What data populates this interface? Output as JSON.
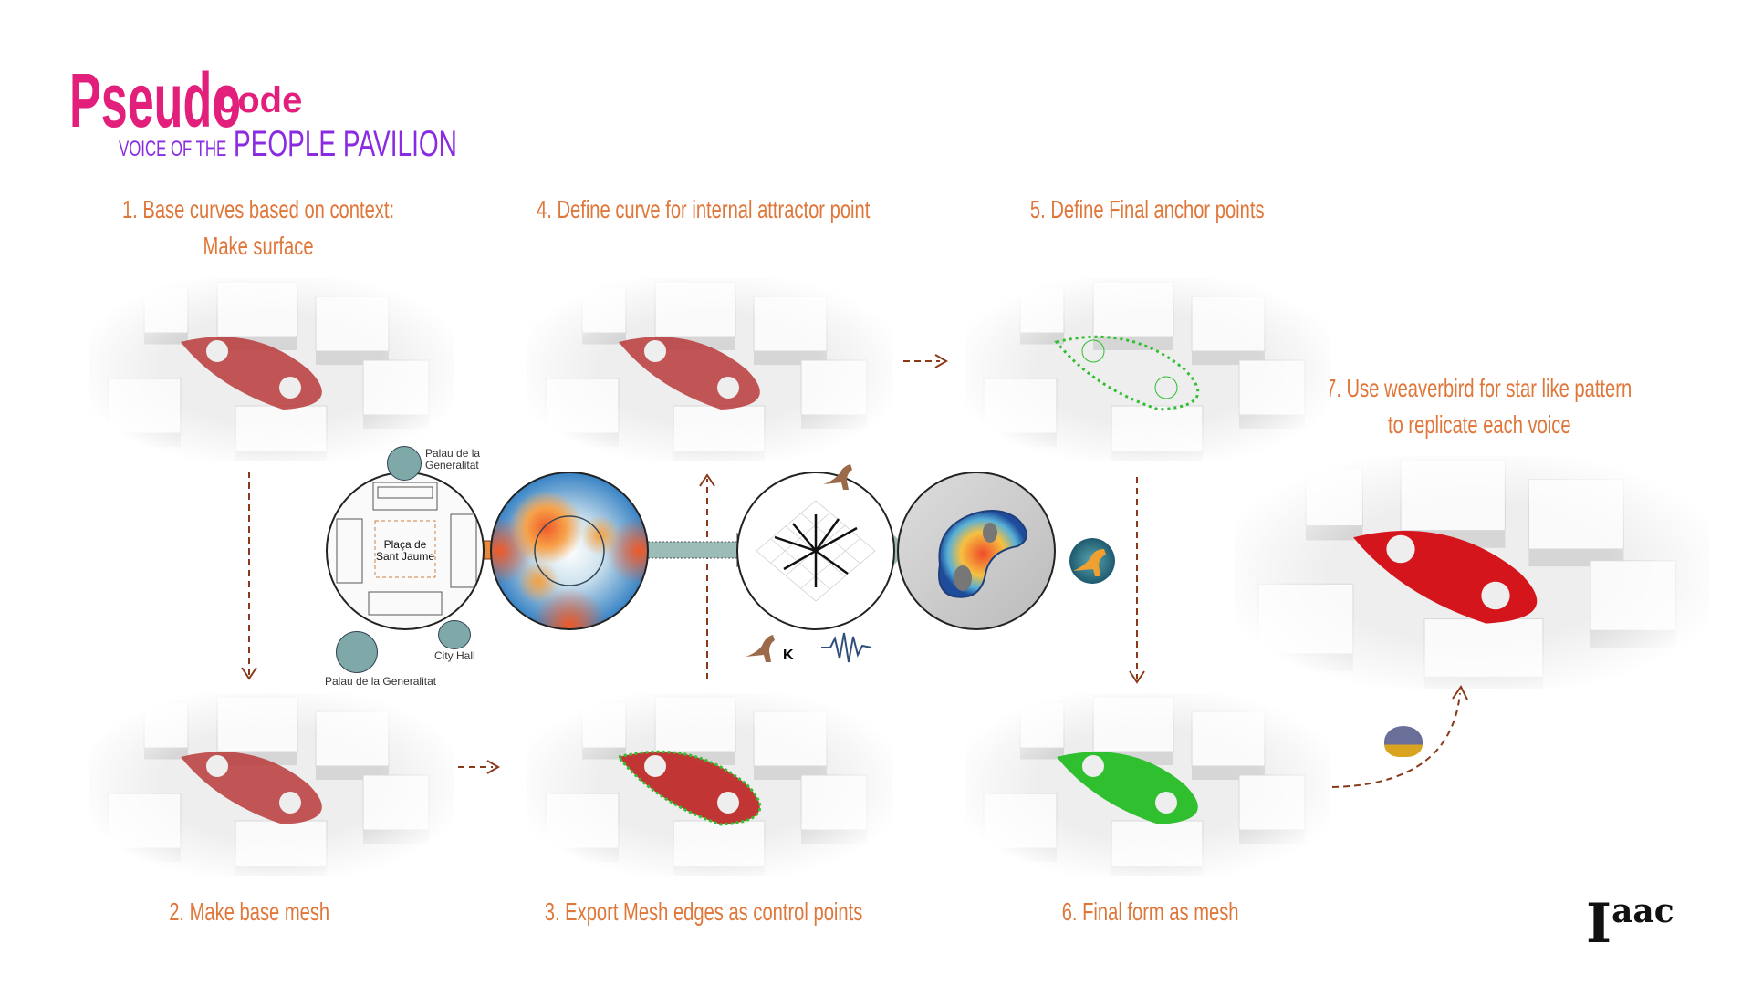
{
  "title": {
    "main": "Pseudo",
    "suffix": "code",
    "subtitle_small": "Voice of the",
    "subtitle_large": "PEOPLE PAVILION"
  },
  "steps": {
    "s1_line1": "1. Base curves based on context:",
    "s1_line2": "Make surface",
    "s2": "2. Make base mesh",
    "s3": "3. Export Mesh edges as control points",
    "s4": "4. Define curve for internal attractor point",
    "s5": "5. Define Final anchor points",
    "s6": "6. Final form as mesh",
    "s7_line1": "7. Use weaverbird for star like pattern",
    "s7_line2": "to replicate each voice"
  },
  "site_diagram": {
    "palau_top": "Palau de la Generalitat",
    "palau_top_l1": "Palau de la",
    "palau_top_l2": "Generalitat",
    "plaza_l1": "Plaça de",
    "plaza_l2": "Sant Jaume",
    "city_hall": "City Hall",
    "palau_bottom": "Palau de la Generalitat",
    "kangaroo_label": "K"
  },
  "logo": {
    "text": "Iaac"
  },
  "colors": {
    "title_pink": "#e2207c",
    "subtitle_purple": "#8a2be2",
    "step_orange": "#e0773a",
    "mesh_red": "#d4161c",
    "mesh_green": "#2fbf2f",
    "arrow_brown": "#8a3a1a"
  }
}
